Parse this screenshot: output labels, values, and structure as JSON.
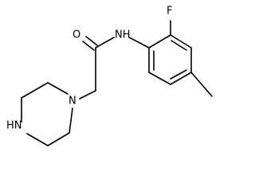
{
  "molecule": {
    "atoms": {
      "carbonyl_oxygen": "O",
      "amide_nitrogen": "NH",
      "fluorine": "F",
      "piperazine_n1": "N",
      "piperazine_n4": "HN"
    }
  },
  "colors": {
    "ink": "#000000",
    "background": "#ffffff"
  }
}
